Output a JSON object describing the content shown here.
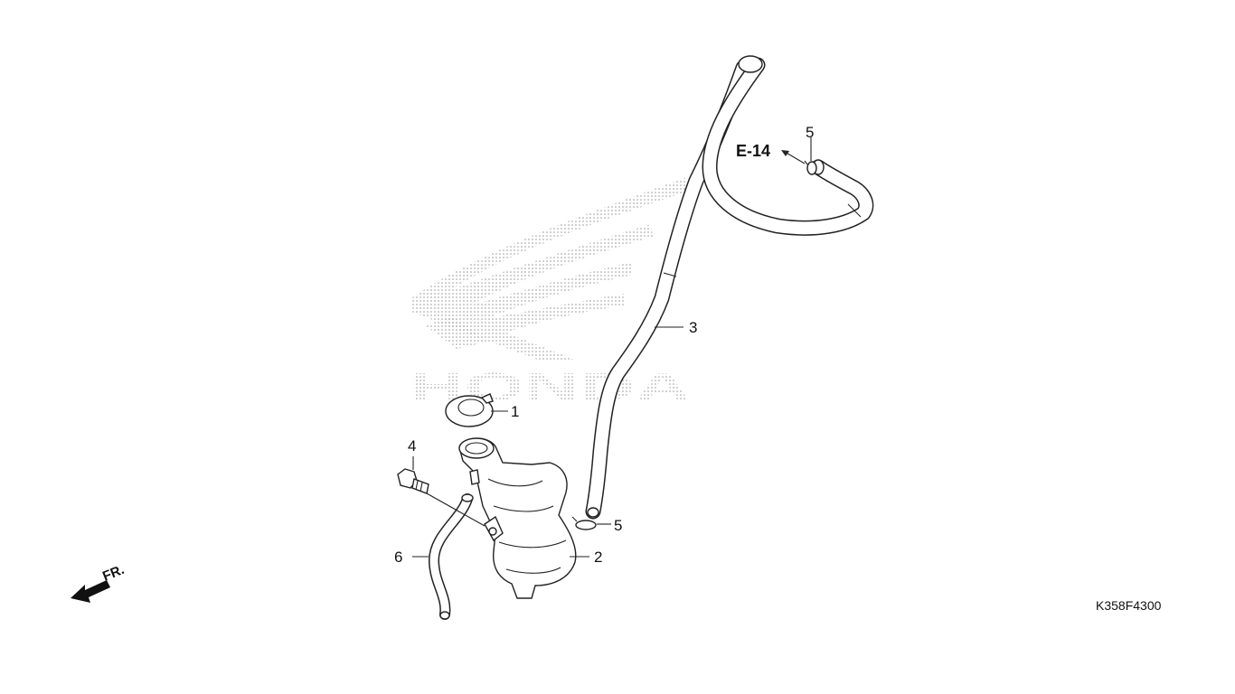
{
  "diagram": {
    "watermark": "HONDA",
    "reference": "E-14",
    "direction": "FR.",
    "code": "K358F4300",
    "callouts": [
      {
        "id": "cap",
        "label": "1"
      },
      {
        "id": "tank",
        "label": "2"
      },
      {
        "id": "long-hose",
        "label": "3"
      },
      {
        "id": "bolt",
        "label": "4"
      },
      {
        "id": "clip-upper",
        "label": "5"
      },
      {
        "id": "clip-lower",
        "label": "5"
      },
      {
        "id": "short-hose",
        "label": "6"
      }
    ]
  }
}
